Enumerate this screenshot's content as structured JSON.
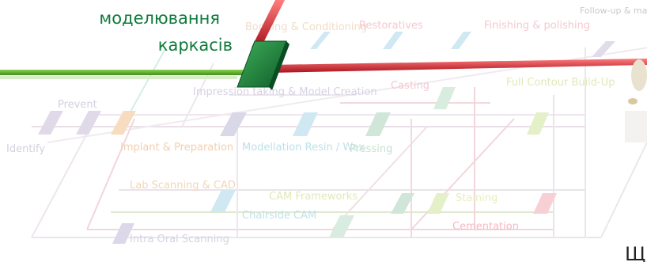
{
  "title": {
    "line1": "моделювання",
    "line2": "каркасів",
    "color": "#0e7a3a"
  },
  "colors": {
    "green_line": "#5aa830",
    "red_line": "#c8202a",
    "green_box": "#1f8a3d",
    "grid_light": "#e6e6ee",
    "grid_pink": "#f2cfd6",
    "grid_green": "#d9ecc2",
    "label_grey": "#c8c8d2",
    "label_orange": "#f2c9a0",
    "label_blue": "#bfe0ec",
    "label_green": "#cfe6a8",
    "label_pink": "#f5b8c4"
  },
  "stages": {
    "bonding": "Bonding & Conditioning",
    "restoratives": "Restoratives",
    "finishing": "Finishing & polishing",
    "followup": "Follow-up & maintenance",
    "prevent": "Prevent",
    "impression": "Impression taking & Model Creation",
    "casting": "Casting",
    "full_contour": "Full Contour Build-Up",
    "identify": "Identify",
    "implant": "Implant & Preparation",
    "modellation": "Modellation Resin / Wax",
    "pressing": "Pressing",
    "lab_scanning": "Lab Scanning & CAD",
    "cam_frameworks": "CAM Frameworks",
    "staining": "Staining",
    "chairside": "Chairside CAM",
    "cementation": "Cementation",
    "intra_oral": "Intra Oral Scanning"
  },
  "bottom_letter": "Щ"
}
